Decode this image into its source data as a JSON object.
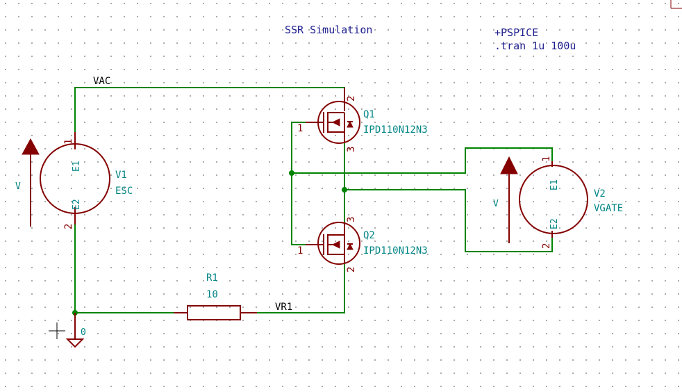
{
  "schematic": {
    "title": "SSR Simulation",
    "spice_directive": {
      "line1": "+PSPICE",
      "line2": ".tran 1u 100u"
    },
    "nets": {
      "vac": "VAC",
      "vr1": "VR1",
      "ground": "0"
    },
    "components": {
      "v1": {
        "ref": "V1",
        "value": "ESC",
        "pin_top": "1",
        "pin_bottom": "2",
        "label_top": "E1",
        "label_bottom": "E2",
        "arrow_label": "V"
      },
      "v2": {
        "ref": "V2",
        "value": "VGATE",
        "pin_top": "1",
        "pin_bottom": "2",
        "label_top": "E1",
        "label_bottom": "E2",
        "arrow_label": "V"
      },
      "q1": {
        "ref": "Q1",
        "value": "IPD110N12N3",
        "pin_gate": "1",
        "pin_drain": "2",
        "pin_source": "3"
      },
      "q2": {
        "ref": "Q2",
        "value": "IPD110N12N3",
        "pin_gate": "1",
        "pin_drain": "2",
        "pin_source": "3"
      },
      "r1": {
        "ref": "R1",
        "value": "10"
      }
    },
    "colors": {
      "wire": "#008400",
      "component": "#840000",
      "label": "#008484",
      "title": "#1f1f8f",
      "grid_dot": "#8f8f8f"
    }
  }
}
